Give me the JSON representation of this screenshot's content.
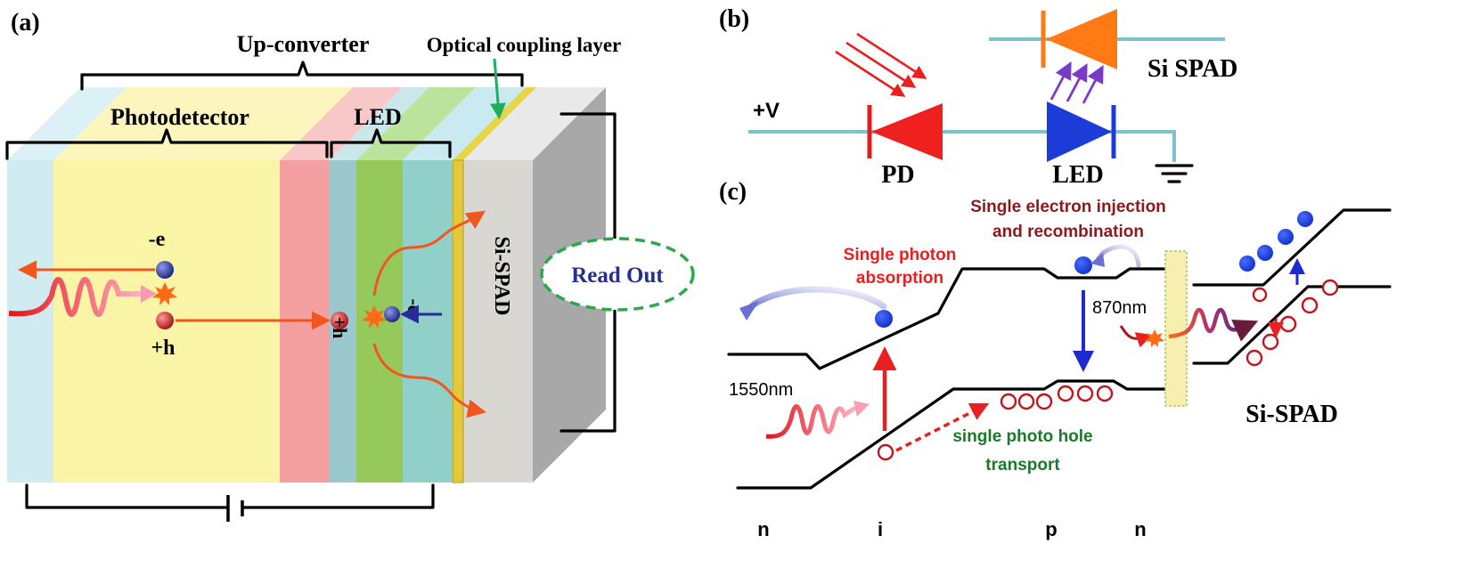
{
  "panels": {
    "a": {
      "tag": "(a)",
      "up_converter": "Up-converter",
      "optical_coupling_layer": "Optical coupling layer",
      "photodetector": "Photodetector",
      "led": "LED",
      "electron": "-e",
      "hole": "+h",
      "led_hole": "+h",
      "led_electron": "-e",
      "si_spad": "Si-SPAD",
      "read_out": "Read Out"
    },
    "b": {
      "tag": "(b)",
      "supply": "+V",
      "pd": "PD",
      "led": "LED",
      "si_spad": "Si SPAD"
    },
    "c": {
      "tag": "(c)",
      "injection_line1": "Single electron injection",
      "injection_line2": "and recombination",
      "absorption_line1": "Single photon",
      "absorption_line2": "absorption",
      "wavelength_out": "870nm",
      "wavelength_in": "1550nm",
      "transport_line1": "single photo hole",
      "transport_line2": "transport",
      "si_spad": "Si-SPAD",
      "region_n1": "n",
      "region_i": "i",
      "region_p": "p",
      "region_n2": "n"
    }
  },
  "colors": {
    "electron": "#2a3a9c",
    "hole": "#c0161c",
    "photon_in": "#e01a1a",
    "photon_out": "#ff6a14",
    "wire": "#7ec3cc",
    "readout_border": "#2aa84a",
    "readout_text": "#262f8a",
    "coupling_arrow": "#1fae5c"
  }
}
